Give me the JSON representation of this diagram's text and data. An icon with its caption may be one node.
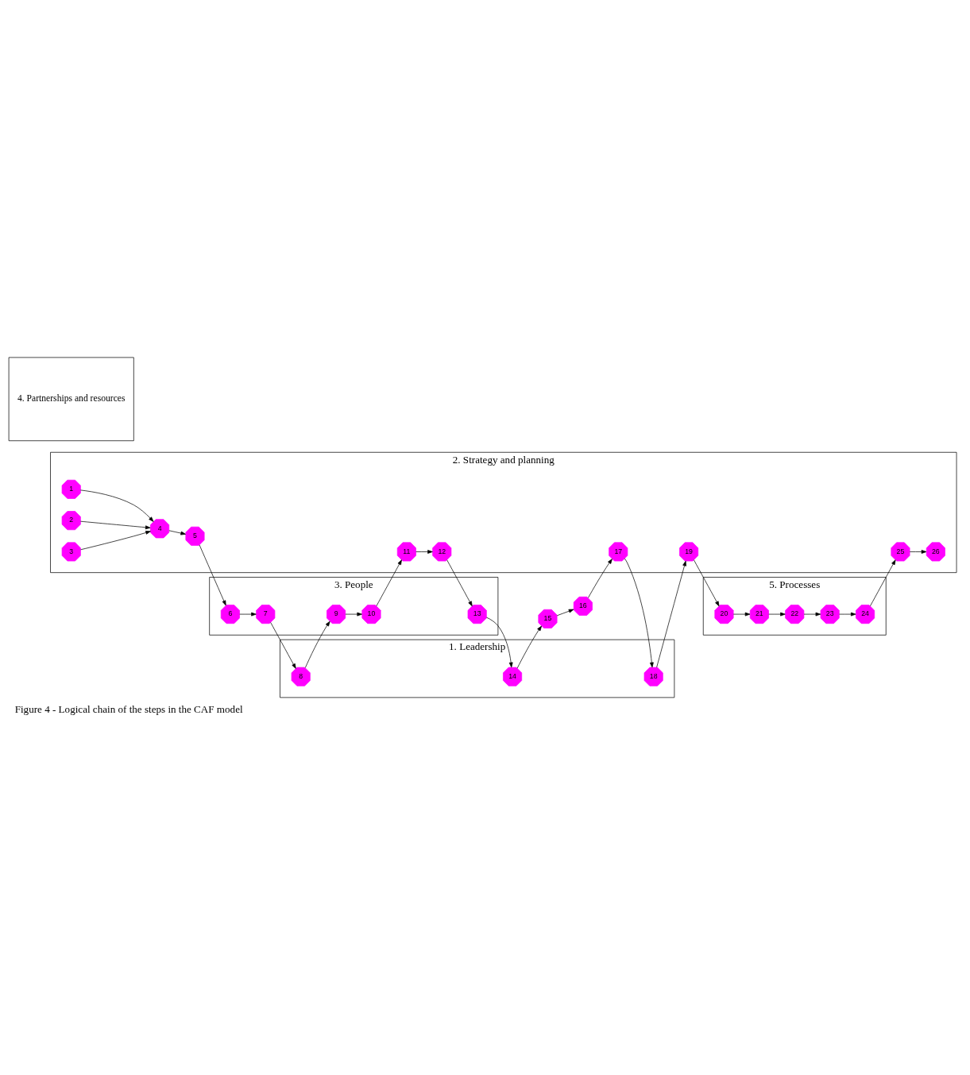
{
  "diagram": {
    "caption": "Figure 4 - Logical chain of the steps in the CAF model",
    "nodes": [
      {
        "text": [
          "1. Leadership"
        ]
      },
      {
        "text": [
          "3. People"
        ]
      },
      {
        "text": [
          "2. Strategy and planning"
        ]
      },
      {
        "text": [
          "4. Partnerships and resources"
        ]
      },
      {
        "text": [
          "5. Processes"
        ]
      },
      {
        "text": [
          "1"
        ],
        "in": 2
      },
      {
        "text": [
          "2"
        ],
        "in": 2
      },
      {
        "text": [
          "3"
        ],
        "in": 2
      },
      {
        "text": [
          "4"
        ],
        "in": 2
      },
      {
        "text": [
          "5"
        ],
        "in": 2
      },
      {
        "text": [
          "6"
        ],
        "in": 1
      },
      {
        "text": [
          "7"
        ],
        "in": 1
      },
      {
        "text": [
          "8"
        ],
        "in": 0
      },
      {
        "text": [
          "9"
        ],
        "in": 1
      },
      {
        "text": [
          "10"
        ],
        "in": 1
      },
      {
        "text": [
          "11"
        ],
        "in": 2
      },
      {
        "text": [
          "12"
        ],
        "in": 2
      },
      {
        "text": [
          "13"
        ],
        "in": 1
      },
      {
        "text": [
          "14"
        ],
        "in": 0
      },
      {
        "text": [
          "15"
        ]
      },
      {
        "text": [
          "16"
        ]
      },
      {
        "text": [
          "17"
        ],
        "in": 2
      },
      {
        "text": [
          "18"
        ],
        "in": 0
      },
      {
        "text": [
          "19"
        ],
        "in": 2
      },
      {
        "text": [
          "20"
        ],
        "in": 4
      },
      {
        "text": [
          "21"
        ],
        "in": 4
      },
      {
        "text": [
          "22"
        ],
        "in": 4
      },
      {
        "text": [
          "23"
        ],
        "in": 4
      },
      {
        "text": [
          "24"
        ],
        "in": 4
      },
      {
        "text": [
          "25"
        ],
        "in": 2
      },
      {
        "text": [
          "26"
        ],
        "in": 2
      }
    ],
    "edges": [
      {
        "from": 5,
        "to": 8,
        "arrow": "to"
      },
      {
        "from": 6,
        "to": 8,
        "arrow": "to"
      },
      {
        "from": 7,
        "to": 8,
        "arrow": "to"
      },
      {
        "from": 8,
        "to": 9,
        "arrow": "to"
      },
      {
        "from": 9,
        "to": 10,
        "arrow": "to"
      },
      {
        "from": 10,
        "to": 11,
        "arrow": "to"
      },
      {
        "from": 11,
        "to": 12,
        "arrow": "to"
      },
      {
        "from": 12,
        "to": 13,
        "arrow": "to"
      },
      {
        "from": 13,
        "to": 14,
        "arrow": "to"
      },
      {
        "from": 14,
        "to": 15,
        "arrow": "to"
      },
      {
        "from": 15,
        "to": 16,
        "arrow": "to"
      },
      {
        "from": 16,
        "to": 17,
        "arrow": "to"
      },
      {
        "from": 17,
        "to": 18,
        "arrow": "to"
      },
      {
        "from": 18,
        "to": 19,
        "arrow": "to"
      },
      {
        "from": 19,
        "to": 20,
        "arrow": "to"
      },
      {
        "from": 20,
        "to": 21,
        "arrow": "to"
      },
      {
        "from": 21,
        "to": 22,
        "arrow": "to"
      },
      {
        "from": 22,
        "to": 23,
        "arrow": "to"
      },
      {
        "from": 23,
        "to": 24,
        "arrow": "to"
      },
      {
        "from": 24,
        "to": 25,
        "arrow": "to"
      },
      {
        "from": 25,
        "to": 26,
        "arrow": "to"
      },
      {
        "from": 26,
        "to": 27,
        "arrow": "to"
      },
      {
        "from": 27,
        "to": 28,
        "arrow": "to"
      },
      {
        "from": 28,
        "to": 29,
        "arrow": "to"
      },
      {
        "from": 29,
        "to": 30,
        "arrow": "to"
      }
    ]
  }
}
